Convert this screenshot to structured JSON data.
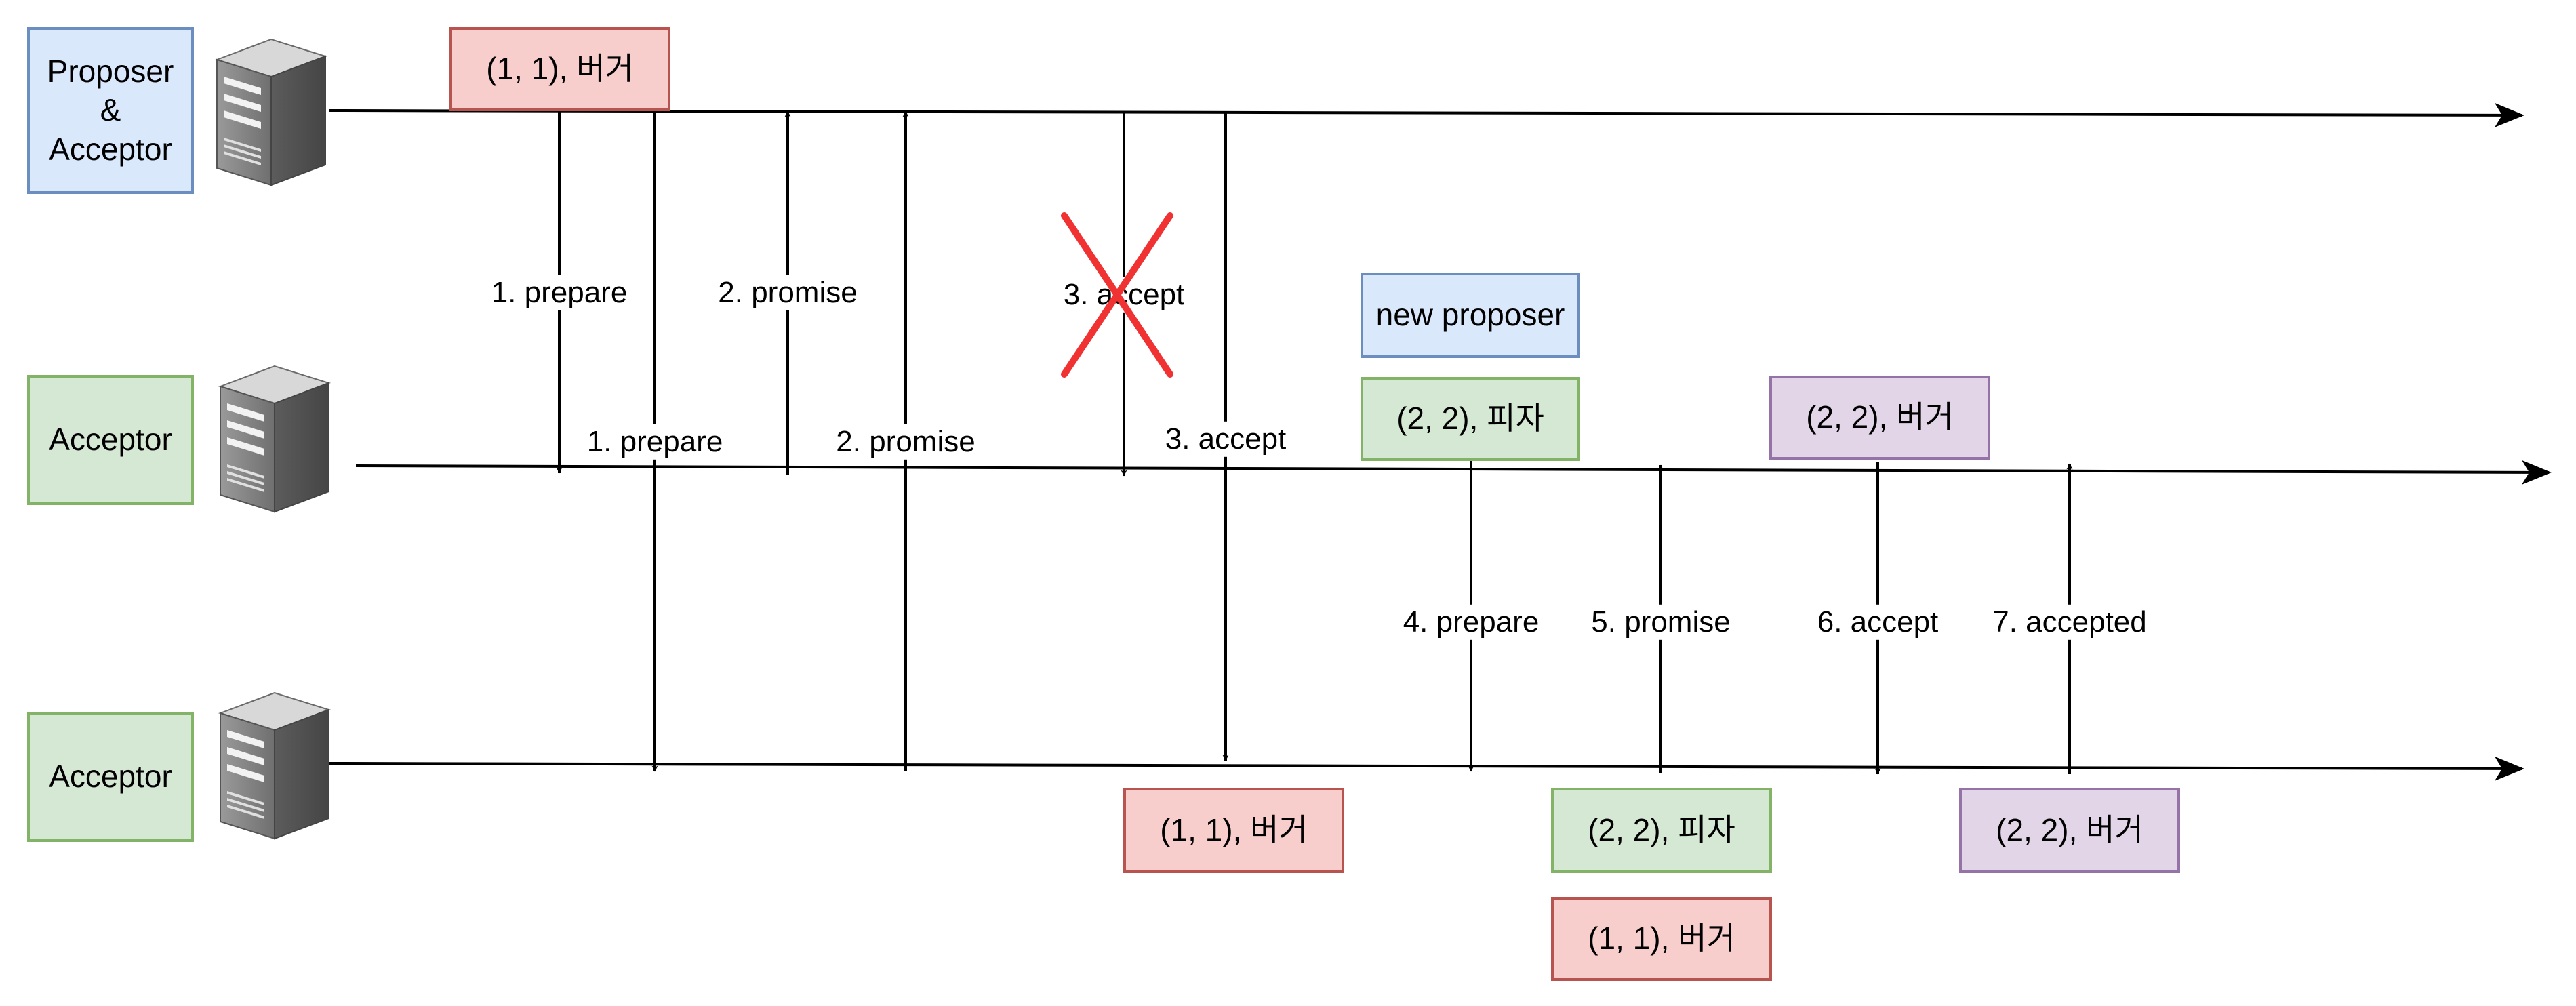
{
  "roles": {
    "proposer_acceptor": [
      "Proposer",
      "&",
      "Acceptor"
    ],
    "acceptor_2": "Acceptor",
    "acceptor_3": "Acceptor",
    "new_proposer": "new proposer"
  },
  "values": {
    "top_red": "(1, 1), 버거",
    "mid_green": "(2, 2), 피자",
    "mid_purple": "(2, 2), 버거",
    "bot_red_1": "(1, 1), 버거",
    "bot_green": "(2, 2), 피자",
    "bot_red_2": "(1, 1), 버거",
    "bot_purple": "(2, 2), 버거"
  },
  "messages": {
    "prepare_1a": "1. prepare",
    "prepare_1b": "1. prepare",
    "promise_2a": "2. promise",
    "promise_2b": "2. promise",
    "accept_3a": "3. accept",
    "accept_3b": "3. accept",
    "prepare_4": "4. prepare",
    "promise_5": "5. promise",
    "accept_6": "6. accept",
    "accepted_7": "7. accepted"
  },
  "colors": {
    "blue_fill": "#dae8fc",
    "green_fill": "#d5e8d4",
    "red_fill": "#f8cecc",
    "purple_fill": "#e1d5e7",
    "fail_cross": "#f03232"
  },
  "icons": [
    "server-icon",
    "server-icon",
    "server-icon",
    "x-mark-icon"
  ]
}
